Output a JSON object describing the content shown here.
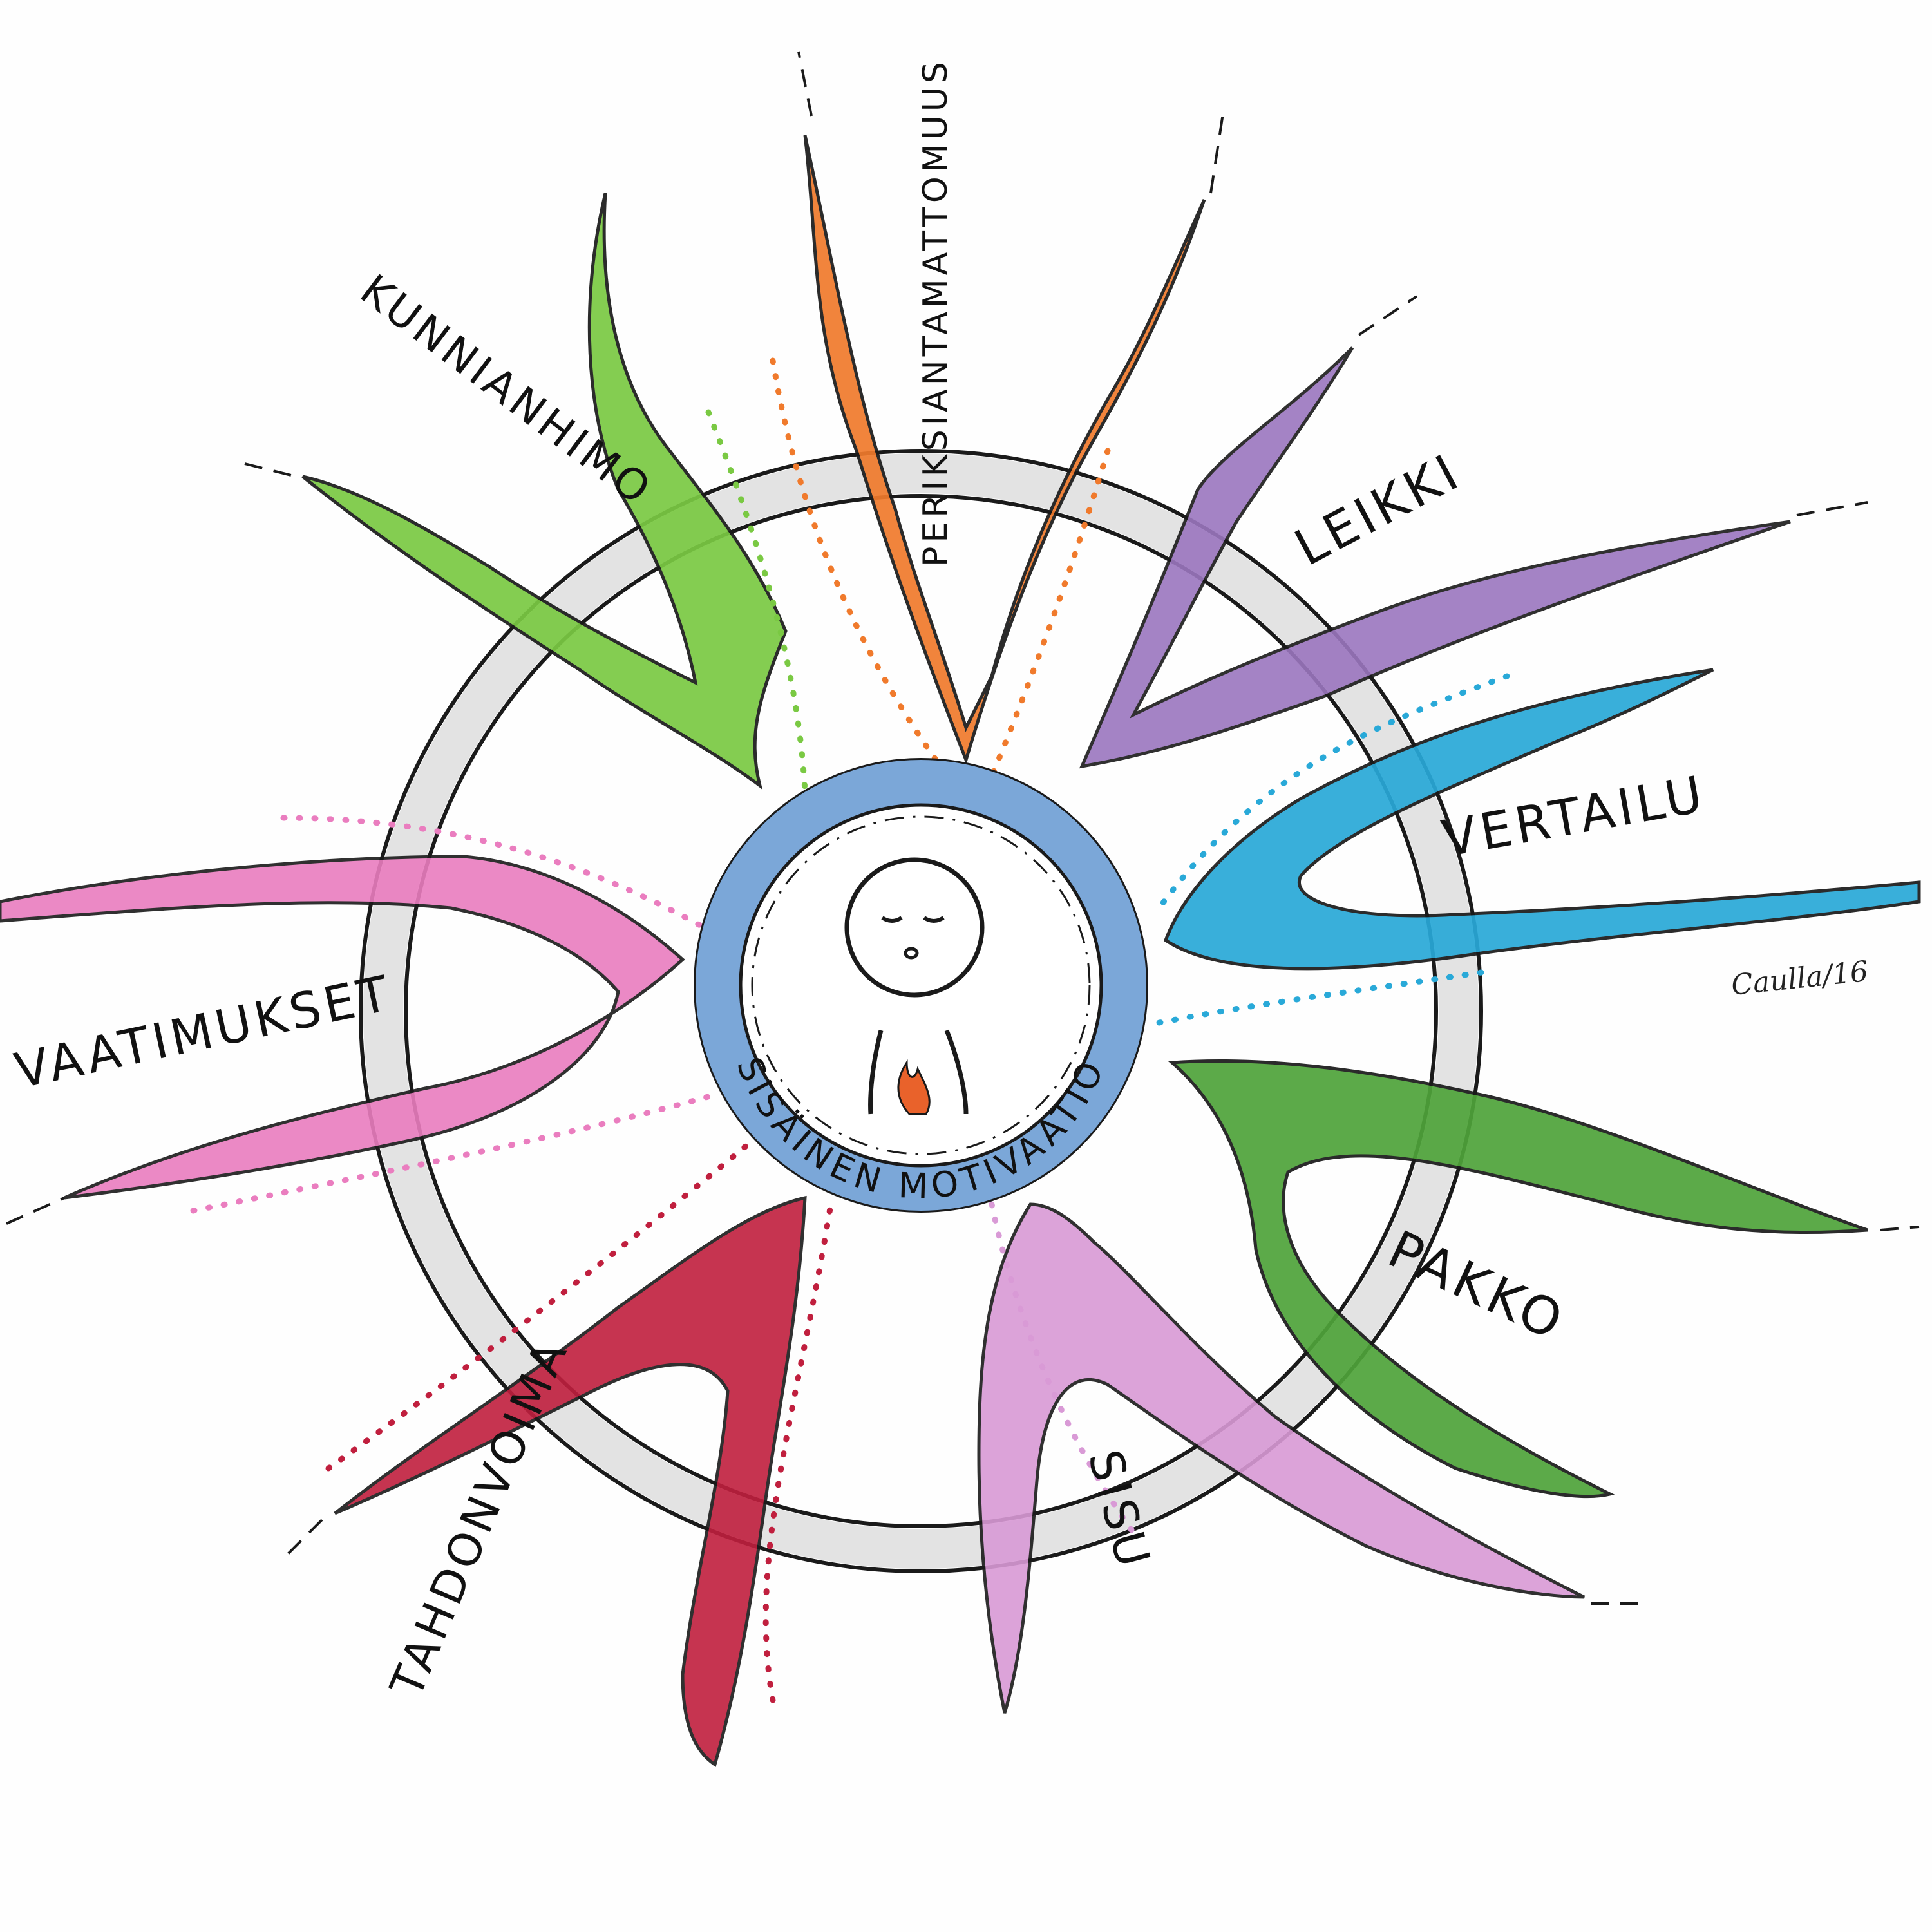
{
  "center": {
    "title": "SISÄINEN MOTIVAATIO"
  },
  "rays": [
    {
      "id": "perik",
      "label": "PERIKSIANTAMATTOMUUS",
      "color": "#f07a2c"
    },
    {
      "id": "leikki",
      "label": "LEIKKI",
      "color": "#9b76bf"
    },
    {
      "id": "vertailu",
      "label": "VERTAILU",
      "color": "#29a9d8"
    },
    {
      "id": "pakko",
      "label": "PAKKO",
      "color": "#4fa33a"
    },
    {
      "id": "sisu",
      "label": "SISU",
      "color": "#d99ad6"
    },
    {
      "id": "tahdonvoima",
      "label": "TAHDONVOIMA",
      "color": "#c01f3e"
    },
    {
      "id": "vaatimukset",
      "label": "VAATIMUKSET",
      "color": "#ea7dbf"
    },
    {
      "id": "kunnianhimo",
      "label": "KUNNIANHIMO",
      "color": "#7ac943"
    }
  ],
  "signature": "Caulla/16",
  "colors": {
    "ring_blue": "#7ba7d8",
    "wheel_grey": "#e6e6e6",
    "ink": "#111111",
    "flame": "#e9622b"
  }
}
